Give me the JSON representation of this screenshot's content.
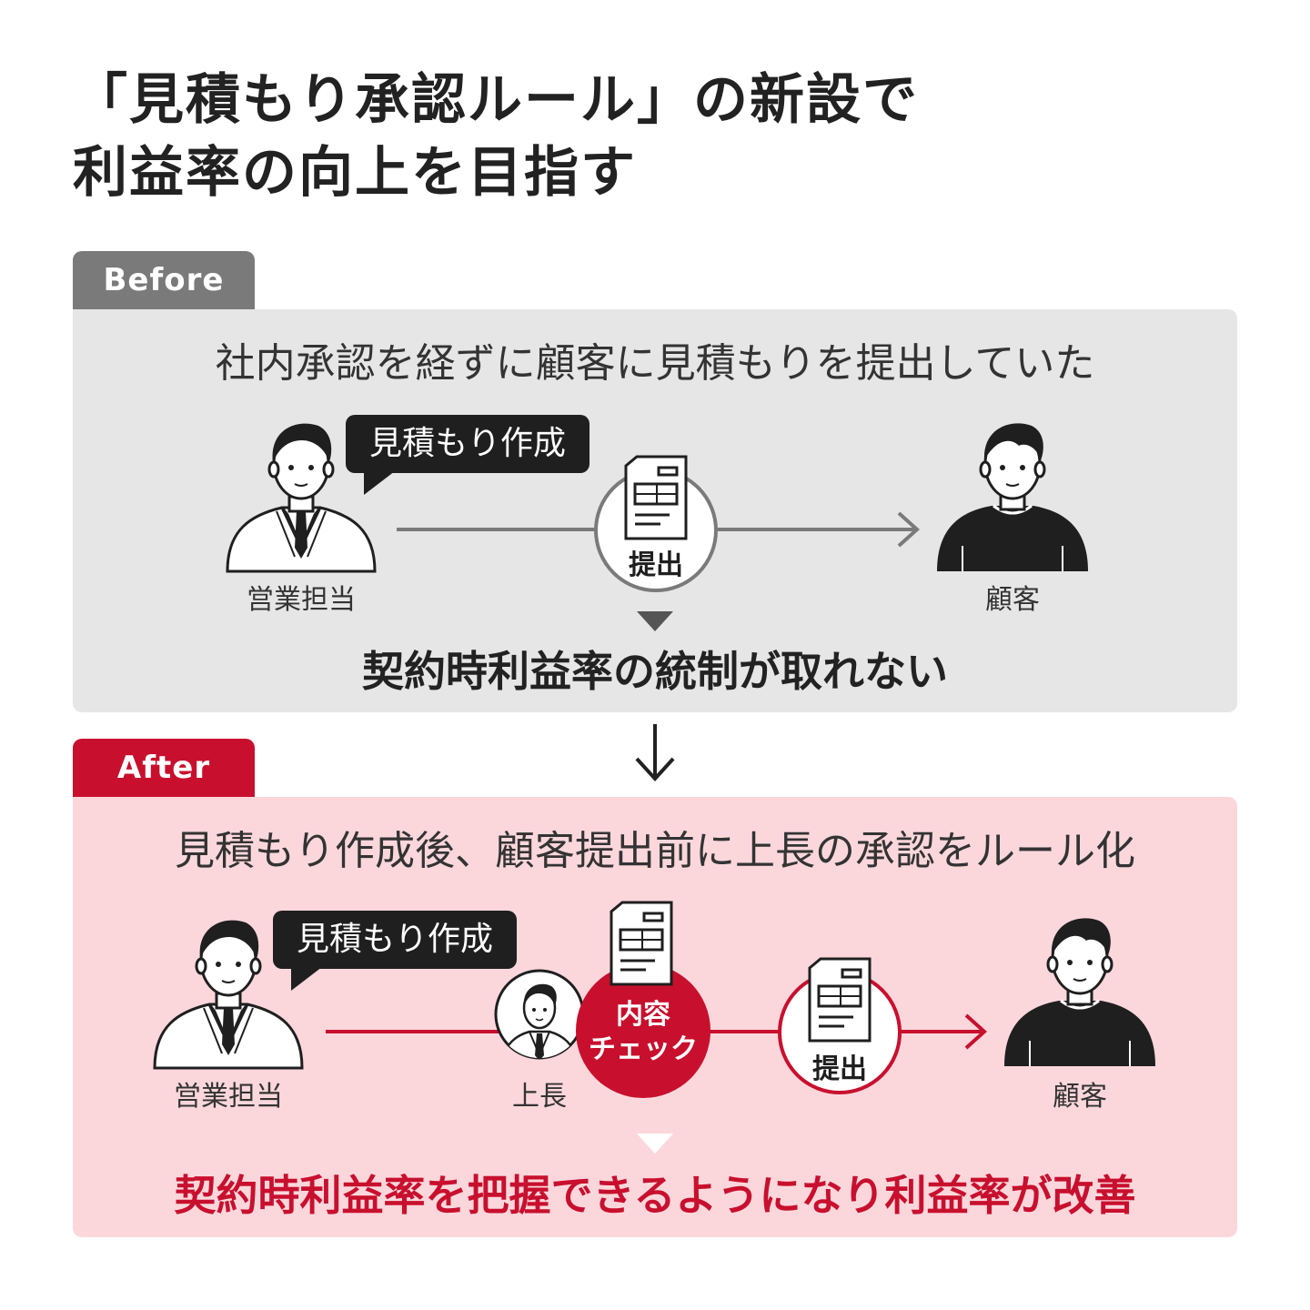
{
  "title": {
    "line1": "「見積もり承認ルール」の新設で",
    "line2": "利益率の向上を目指す"
  },
  "before": {
    "tab_label": "Before",
    "lead": "社内承認を経ずに顧客に見積もりを提出していた",
    "bubble": "見積もり作成",
    "step_label": "提出",
    "sales_label": "営業担当",
    "customer_label": "顧客",
    "result": "契約時利益率の統制が取れない"
  },
  "after": {
    "tab_label": "After",
    "lead": "見積もり作成後、顧客提出前に上長の承認をルール化",
    "bubble": "見積もり作成",
    "check_label_1": "内容",
    "check_label_2": "チェック",
    "step_label": "提出",
    "sales_label": "営業担当",
    "boss_label": "上長",
    "customer_label": "顧客",
    "result": "契約時利益率を把握できるようになり利益率が改善"
  },
  "colors": {
    "before_tab": "#7a7a7a",
    "before_panel": "#e6e6e6",
    "after_tab": "#c8102e",
    "after_panel": "#fbd7dc",
    "dark": "#1f1f1f",
    "accent_red": "#c8102e"
  }
}
